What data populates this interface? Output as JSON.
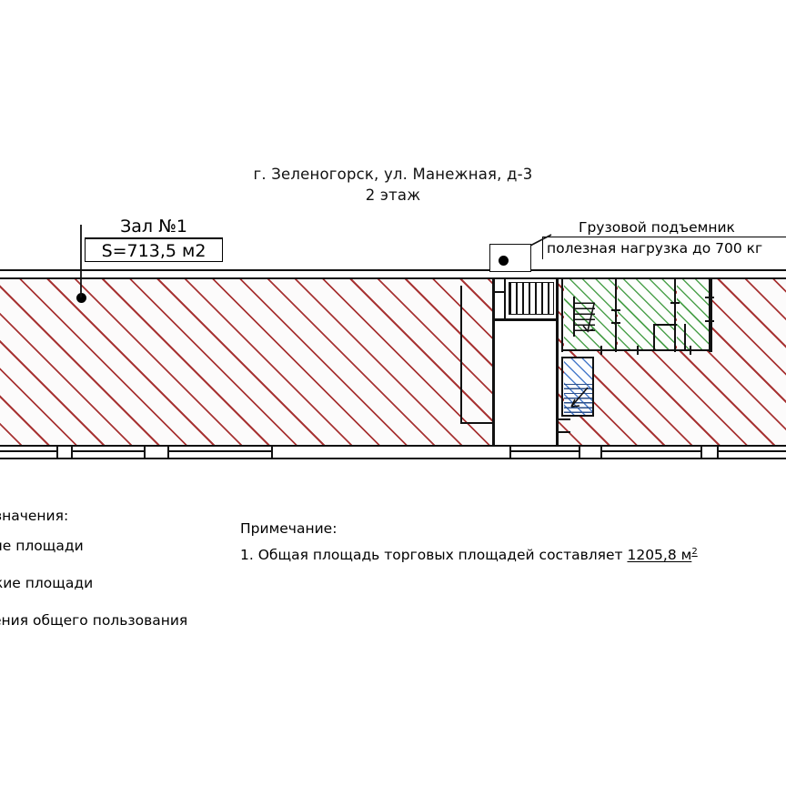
{
  "document": {
    "title_line1": "г. Зеленогорск, ул. Манежная, д-3",
    "title_line2": "2 этаж"
  },
  "hall": {
    "name": "Зал №1",
    "area": "S=713,5 м2"
  },
  "lift": {
    "name": "Грузовой подъемник",
    "capacity": "полезная нагрузка до 700 кг"
  },
  "legend": {
    "title": "Условные обозначения:",
    "items": [
      {
        "label": "Торговые площади",
        "color": "#a83434",
        "swatch": "red"
      },
      {
        "label": "Складские площади",
        "color": "#4ea24e",
        "swatch": "green"
      },
      {
        "label": "Помещения общего пользования",
        "color": "#4a7ccb",
        "swatch": "blue"
      }
    ]
  },
  "note": {
    "heading": "Примечание:",
    "item1_prefix": "1. Общая площадь торговых площадей составляет ",
    "item1_value": "1205,8 м",
    "item1_sup": "2"
  },
  "colors": {
    "hatch_trading": "#a83434",
    "hatch_storage": "#4ea24e",
    "hatch_common": "#4a7ccb",
    "wall": "#111111",
    "background": "#ffffff"
  },
  "plan": {
    "zones": [
      {
        "name": "trading-hall-left",
        "fill": "red"
      },
      {
        "name": "trading-hall-right",
        "fill": "red"
      },
      {
        "name": "storage-room-a",
        "fill": "green"
      },
      {
        "name": "storage-room-b",
        "fill": "green"
      },
      {
        "name": "storage-room-c",
        "fill": "green"
      },
      {
        "name": "stairwell-common",
        "fill": "blue"
      }
    ]
  }
}
